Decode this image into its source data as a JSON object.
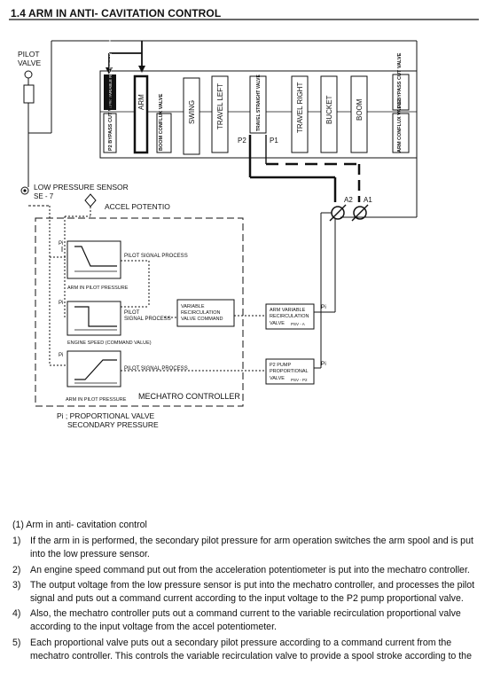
{
  "title": "1.4 ARM IN ANTI- CAVITATION CONTROL",
  "diagram": {
    "pilot_valve": [
      "PILOT",
      "VALVE"
    ],
    "spools": {
      "arm_variable": "ARM VARIABLE RECIRCULATION VALVE",
      "p2_bypass": "P2 BYPASS CUT VALVE",
      "arm": "ARM",
      "boom_conflux": "BOOM CONFLUX VALVE",
      "swing": "SWING",
      "travel_left": "TRAVEL LEFT",
      "travel_straight": "TRAVEL STRAIGHT VALVE",
      "travel_right": "TRAVEL RIGHT",
      "bucket": "BUCKET",
      "boom": "BOOM",
      "p1_bypass": "P1 BYPASS CUT VALVE",
      "arm_conflux": "ARM CONFLUX VALVE"
    },
    "p2": "P2",
    "p1": "P1",
    "a2": "A2",
    "a1": "A1",
    "low_pressure_sensor": "LOW PRESSURE SENSOR",
    "se7": "SE - 7",
    "accel_potentio": "ACCEL POTENTIO",
    "graph1_label": "PILOT SIGNAL PROCESS",
    "graph1_axis": "ARM IN PILOT PRESSURE",
    "graph2_label": [
      "PILOT",
      "SIGNAL PROCESS"
    ],
    "graph2_axis": "ENGINE SPEED (COMMAND VALUE)",
    "graph3_label": "PILOT SIGNAL PROCESS",
    "graph3_axis": "ARM IN PILOT PRESSURE",
    "vrv_command": [
      "VARIABLE",
      "RECIRCULATION",
      "VALVE COMMAND"
    ],
    "arm_variable_valve": [
      "ARM VARIABLE",
      "RECIRCULATION",
      "VALVE",
      "PSV - A"
    ],
    "p2_pump_valve": [
      "P2 PUMP",
      "PROPORTIONAL",
      "VALVE",
      "PSV - P2"
    ],
    "pi": "Pi",
    "mechatro_controller": "MECHATRO CONTROLLER",
    "legend": [
      "Pi ; PROPORTIONAL VALVE",
      "SECONDARY PRESSURE"
    ]
  },
  "text": {
    "heading": "(1) Arm in anti- cavitation control",
    "items": [
      {
        "num": "1)",
        "text": "If the arm in is performed, the secondary pilot pressure for arm operation switches the arm spool and is put into the low pressure sensor."
      },
      {
        "num": "2)",
        "text": "An engine speed command put out from the acceleration potentiometer is put into the mechatro controller."
      },
      {
        "num": "3)",
        "text": "The output voltage from the low pressure sensor is put into the mechatro controller, and processes the pilot signal and puts out a command current according to the input voltage to the P2 pump proportional valve."
      },
      {
        "num": "4)",
        "text": "Also, the mechatro controller puts out a command current to the variable recirculation proportional valve according to the input voltage from the accel potentiometer."
      },
      {
        "num": "5)",
        "text": "Each proportional valve puts out a secondary pilot pressure according to a command current from the mechatro controller. This controls the variable recirculation valve to provide a spool stroke according to the"
      }
    ]
  }
}
